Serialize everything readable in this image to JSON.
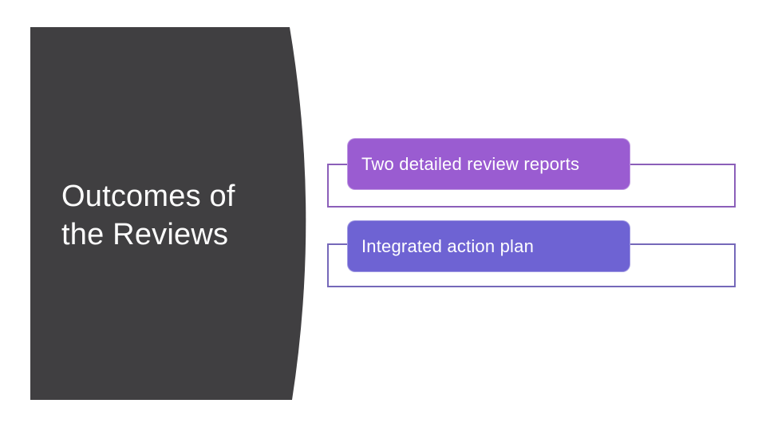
{
  "slide": {
    "title": "Outcomes of the Reviews",
    "title_lines": {
      "0": "Outcomes of",
      "1": "the Reviews"
    },
    "items": {
      "0": {
        "label": "Two detailed review reports",
        "fill": "#9A5CD1",
        "frame_border": "#8B5FB9"
      },
      "1": {
        "label": "Integrated action plan",
        "fill": "#6E63D3",
        "frame_border": "#7568B9"
      }
    },
    "colors": {
      "panel": "#403F41",
      "background": "#FFFFFF",
      "title_text": "#FCFCFC",
      "item_text": "#FFFFFF"
    }
  }
}
